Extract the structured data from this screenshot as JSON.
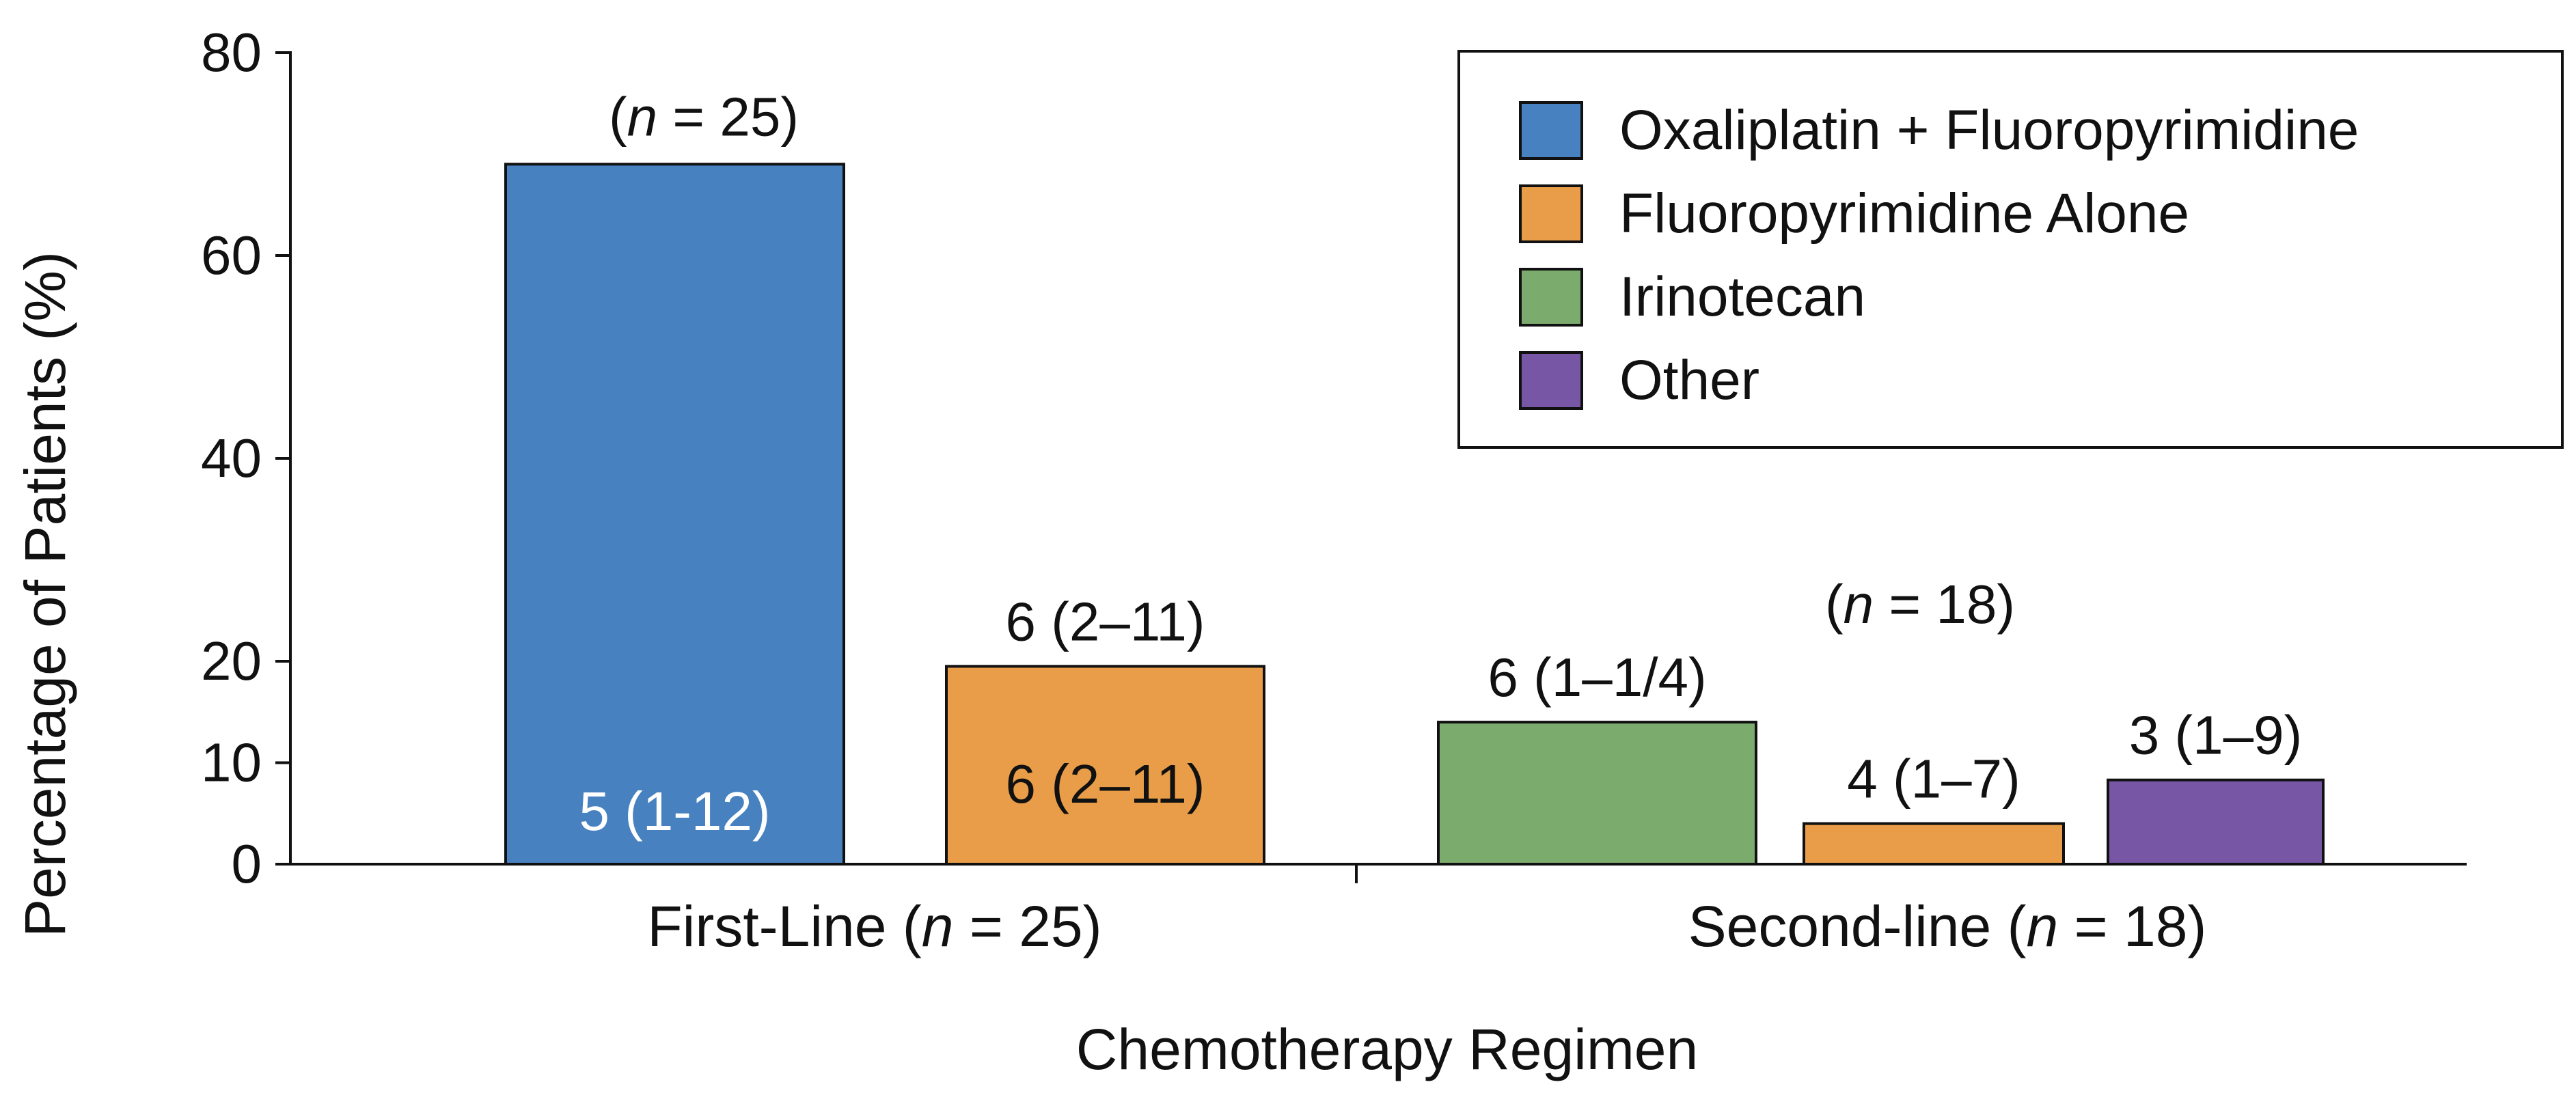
{
  "chart_data": {
    "type": "bar",
    "ylabel": "Percentage of Patients (%)",
    "xlabel": "Chemotherapy Regimen",
    "ylim": [
      0,
      80
    ],
    "yticks": [
      0,
      10,
      20,
      40,
      60,
      80
    ],
    "grid": false,
    "legend_position": "top-right",
    "legend": [
      {
        "name": "Oxaliplatin + Fluoropyrimidine",
        "color": "#4781c0"
      },
      {
        "name": "Fluoropyrimidine Alone",
        "color": "#e99d48"
      },
      {
        "name": "Irinotecan",
        "color": "#7cab6e"
      },
      {
        "name": "Other",
        "color": "#7757a5"
      }
    ],
    "groups": [
      {
        "label": "First-Line (n = 25)",
        "n_label": "(n = 25)",
        "bars": [
          {
            "series": "Oxaliplatin + Fluoropyrimidine",
            "value": 69,
            "label": "5 (1-12)",
            "label_inside": true,
            "label_color": "#ffffff"
          },
          {
            "series": "Fluoropyrimidine Alone",
            "value": 19.5,
            "label": "6 (2–11)",
            "label_inside": false,
            "inner_label": "6 (2–11)"
          }
        ]
      },
      {
        "label": "Second-line (n = 18)",
        "n_label": "(n = 18)",
        "bars": [
          {
            "series": "Irinotecan",
            "value": 14,
            "label": "6 (1–1/4)",
            "label_inside": false
          },
          {
            "series": "Fluoropyrimidine Alone",
            "value": 4,
            "label": "4 (1–7)",
            "label_inside": false
          },
          {
            "series": "Other",
            "value": 8.3,
            "label": "3 (1–9)",
            "label_inside": false
          }
        ]
      }
    ]
  }
}
